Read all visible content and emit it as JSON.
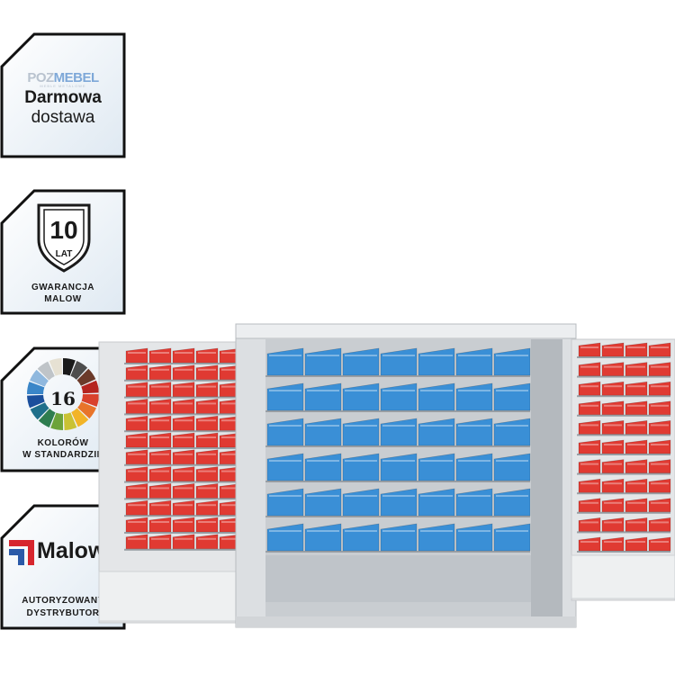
{
  "badges": {
    "delivery": {
      "logo_part1": "POZ",
      "logo_part2": "MEBEL",
      "logo_tagline": "MEBLE METALOWE",
      "title": "Darmowa",
      "subtitle": "dostawa"
    },
    "warranty": {
      "years": "10",
      "unit": "LAT",
      "title": "GWARANCJA",
      "subtitle": "MALOW"
    },
    "colors": {
      "count": "16",
      "title": "KOLORÓW",
      "subtitle": "W STANDARDZIE",
      "palette": [
        "#1a1a1a",
        "#4d4d4d",
        "#6b3a2a",
        "#b5241f",
        "#d9412c",
        "#e8742a",
        "#f2b427",
        "#c9c234",
        "#6ca33a",
        "#2e7d4f",
        "#1f6f8b",
        "#1b4f9c",
        "#3a86c8",
        "#8fb8de",
        "#bfc4c8",
        "#e6e1d3"
      ]
    },
    "distributor": {
      "brand": "Malow",
      "title": "AUTORYZOWANY",
      "subtitle": "DYSTRYBUTOR"
    }
  },
  "product": {
    "bin_colors": {
      "left_door": "#e03a32",
      "center": "#3a8fd6",
      "right_door": "#e03a32"
    },
    "body_color": "#dfe1e4"
  }
}
